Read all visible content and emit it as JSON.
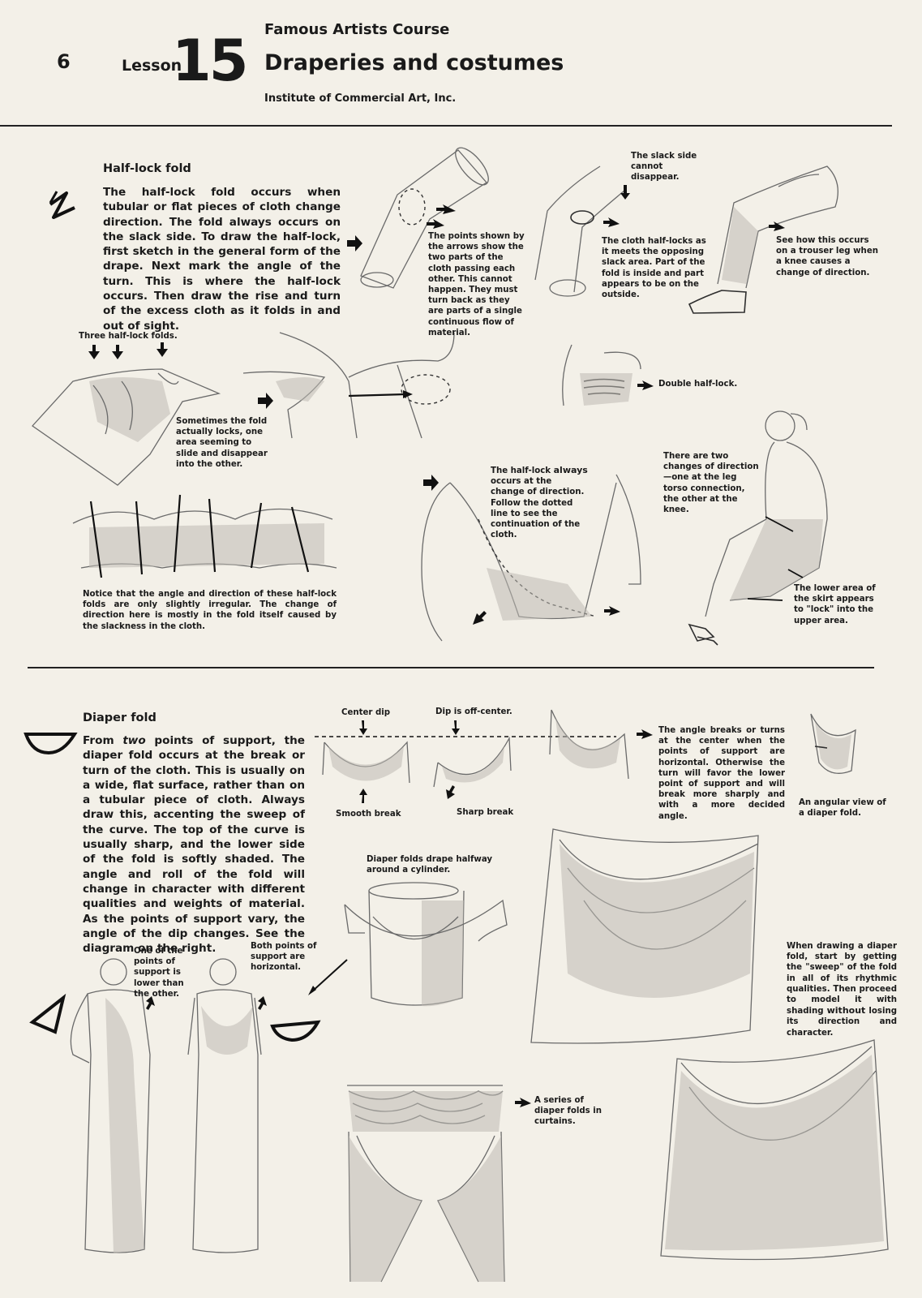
{
  "header": {
    "page_number": "6",
    "lesson_label": "Lesson",
    "lesson_number": "15",
    "course": "Famous Artists Course",
    "title": "Draperies and costumes",
    "institute": "Institute of Commercial Art, Inc."
  },
  "half_lock": {
    "heading": "Half-lock fold",
    "body": "The half-lock fold occurs when tubular or flat pieces of cloth change direction. The fold always occurs on the slack side. To draw the half-lock, first sketch in the general form of the drape. Next mark the angle of the turn. This is where the half-lock occurs. Then draw the rise and turn of the excess cloth as it folds in and out of sight.",
    "captions": {
      "points_shown": "The points shown by the arrows show the two parts of the cloth passing each other. This cannot happen. They must turn back as they are parts of a single continuous flow of material.",
      "slack_side": "The slack side cannot disappear.",
      "cloth_half_locks": "The cloth half-locks as it meets the opposing slack area. Part of the fold is inside and part appears to be on the outside.",
      "trouser": "See how this occurs on a trouser leg when a knee causes a change of direction.",
      "three_folds": "Three half-lock folds.",
      "sometimes_locks": "Sometimes the fold actually locks, one area seeming to slide and disappear into the other.",
      "double": "Double half-lock.",
      "always_pre": "The half-lock ",
      "always_word": "always",
      "always_post": " occurs at the change of direction. Follow the dotted line to see the continuation of the cloth.",
      "two_changes": "There are two changes of direction —one at the leg torso connection, the other at the knee.",
      "notice": "Notice that the angle and direction of these half-lock folds are only slightly irregular. The change of direction here is mostly in the fold itself caused by the slackness in the cloth.",
      "lower_area": "The lower area of the skirt appears to \"lock\" into the upper area."
    }
  },
  "diaper": {
    "heading": "Diaper fold",
    "body_pre": "From ",
    "body_em": "two",
    "body_post": " points of support, the diaper fold occurs at the break or turn of the cloth. This is usually on a wide, flat surface, rather than on a tubular piece of cloth. Always draw this, accenting the sweep of the curve. The top of the curve is usually sharp, and the lower side of the fold is softly shaded. The angle and roll of the fold will change in character with different qualities and weights of material. As the points of support vary, the angle of the dip changes. See the diagram on the right.",
    "captions": {
      "center_dip": "Center dip",
      "off_center": "Dip is off-center.",
      "smooth": "Smooth break",
      "sharp": "Sharp break",
      "angle_breaks": "The angle breaks or turns at the center when the points of support are horizontal. Otherwise the turn will favor the lower point of support and will break more sharply and with a more decided angle.",
      "angular_view": "An angular view of a diaper fold.",
      "cylinder": "Diaper folds drape halfway around a cylinder.",
      "one_lower": "One of the points of support is lower than the other.",
      "both_horizontal": "Both points of support are horizontal.",
      "when_drawing_pre": "When drawing a diaper fold, start by getting the \"sweep\" of the fold in all of its rhythmic qualities. Then proceed to model it with shading ",
      "when_drawing_bold": "without",
      "when_drawing_post": " losing its direction and character.",
      "series": "A series of diaper folds in curtains."
    }
  },
  "icons": [
    "half-lock-zigzag-icon",
    "diaper-curve-icon",
    "arrow-icon"
  ]
}
